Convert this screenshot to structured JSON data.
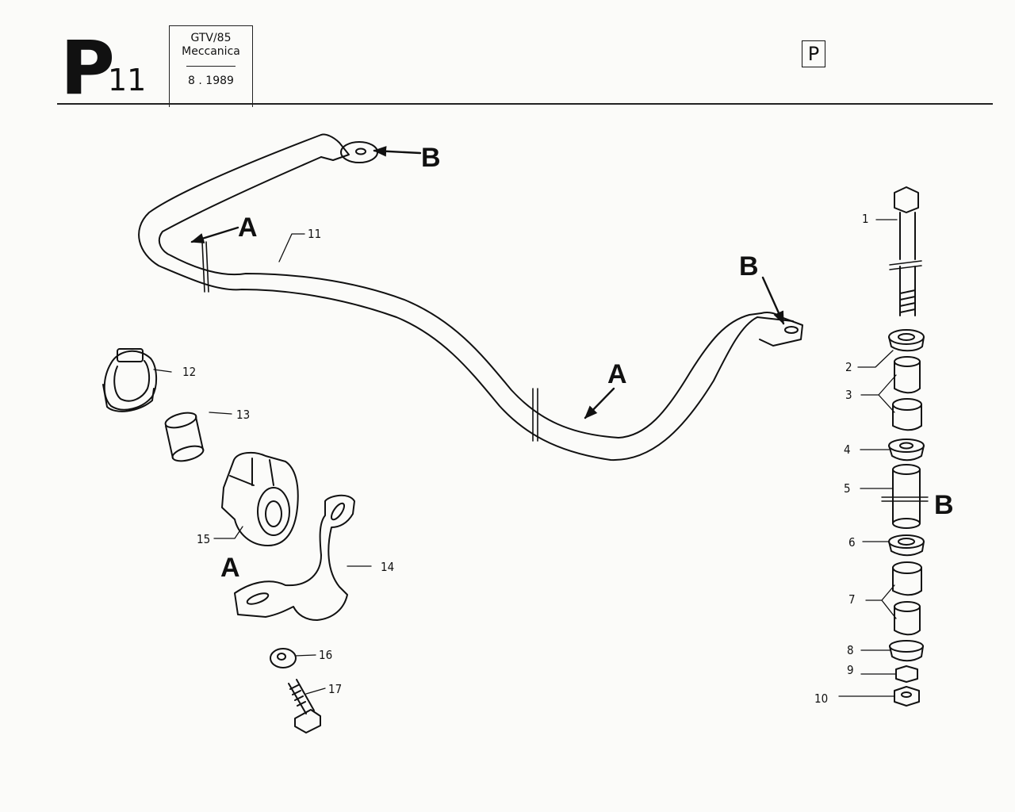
{
  "header": {
    "section_letter": "P",
    "section_number": "11",
    "model": "GTV/85",
    "category": "Meccanica",
    "date": "8 . 1989",
    "group_box": "P"
  },
  "parts": [
    {
      "number": "1"
    },
    {
      "number": "2"
    },
    {
      "number": "3"
    },
    {
      "number": "4"
    },
    {
      "number": "5"
    },
    {
      "number": "6"
    },
    {
      "number": "7"
    },
    {
      "number": "8"
    },
    {
      "number": "9"
    },
    {
      "number": "10"
    },
    {
      "number": "11"
    },
    {
      "number": "12"
    },
    {
      "number": "13"
    },
    {
      "number": "14"
    },
    {
      "number": "15"
    },
    {
      "number": "16"
    },
    {
      "number": "17"
    }
  ],
  "section_markers": {
    "a": "A",
    "b": "B"
  }
}
